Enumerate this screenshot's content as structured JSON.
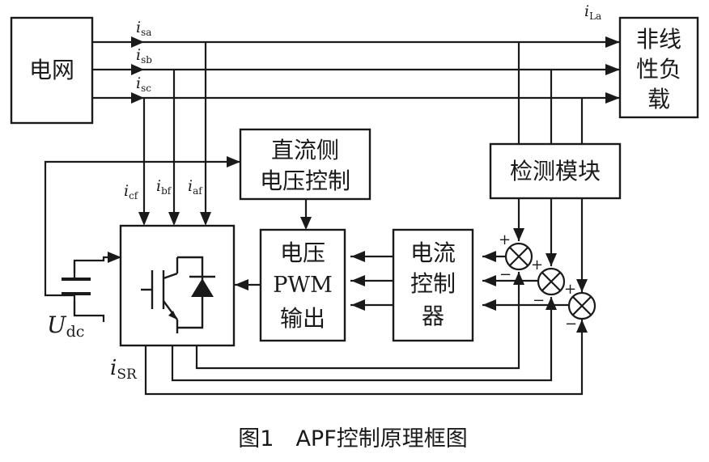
{
  "blocks": {
    "grid": [
      "电网"
    ],
    "load": [
      "非线",
      "性负",
      "载"
    ],
    "dc_control": [
      "直流侧",
      "电压控制"
    ],
    "detect": [
      "检测模块"
    ],
    "pwm": [
      "电压",
      "PWM",
      "输出"
    ],
    "current_ctrl": [
      "电流",
      "控制",
      "器"
    ]
  },
  "labels": {
    "isa": "i",
    "isa_sub": "sa",
    "isb": "i",
    "isb_sub": "sb",
    "isc": "i",
    "isc_sub": "sc",
    "ila": "i",
    "ila_sub": "La",
    "icf": "i",
    "icf_sub": "cf",
    "ibf": "i",
    "ibf_sub": "bf",
    "iaf": "i",
    "iaf_sub": "af",
    "udc": "U",
    "udc_sub": "dc",
    "isr": "i",
    "isr_sub": "SR"
  },
  "sum_signs": {
    "plus": "+",
    "minus": "−"
  },
  "caption": "图1　APF控制原理框图"
}
